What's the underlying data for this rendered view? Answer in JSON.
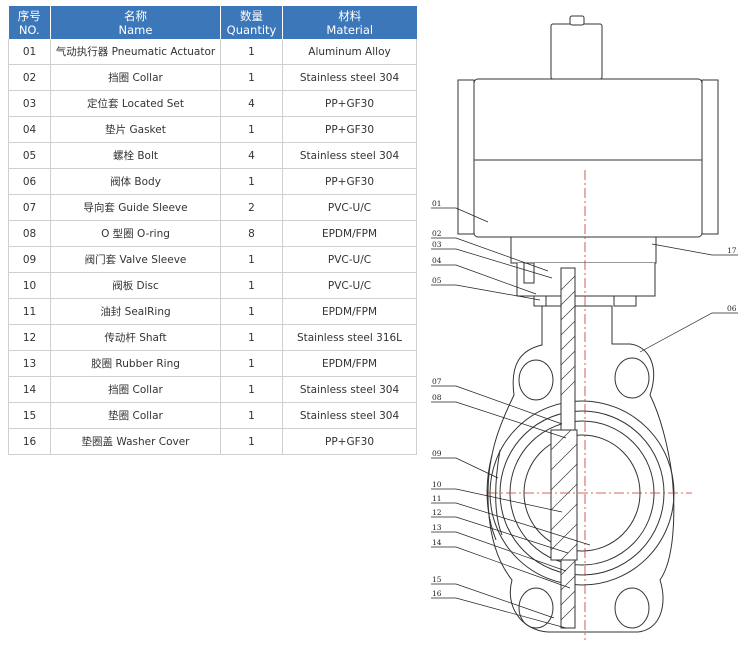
{
  "table": {
    "headers": [
      {
        "cn": "序号",
        "en": "NO."
      },
      {
        "cn": "名称",
        "en": "Name"
      },
      {
        "cn": "数量",
        "en": "Quantity"
      },
      {
        "cn": "材料",
        "en": "Material"
      }
    ],
    "rows": [
      {
        "no": "01",
        "name": "气动执行器 Pneumatic Actuator",
        "qty": "1",
        "material": "Aluminum Alloy"
      },
      {
        "no": "02",
        "name": "挡圈 Collar",
        "qty": "1",
        "material": "Stainless steel 304"
      },
      {
        "no": "03",
        "name": "定位套 Located Set",
        "qty": "4",
        "material": "PP+GF30"
      },
      {
        "no": "04",
        "name": "垫片 Gasket",
        "qty": "1",
        "material": "PP+GF30"
      },
      {
        "no": "05",
        "name": "螺栓 Bolt",
        "qty": "4",
        "material": "Stainless steel 304"
      },
      {
        "no": "06",
        "name": "阀体 Body",
        "qty": "1",
        "material": "PP+GF30"
      },
      {
        "no": "07",
        "name": "导向套 Guide Sleeve",
        "qty": "2",
        "material": "PVC-U/C"
      },
      {
        "no": "08",
        "name": "O 型圈 O-ring",
        "qty": "8",
        "material": "EPDM/FPM"
      },
      {
        "no": "09",
        "name": "阀门套 Valve Sleeve",
        "qty": "1",
        "material": "PVC-U/C"
      },
      {
        "no": "10",
        "name": "阀板 Disc",
        "qty": "1",
        "material": "PVC-U/C"
      },
      {
        "no": "11",
        "name": "油封 SealRing",
        "qty": "1",
        "material": "EPDM/FPM"
      },
      {
        "no": "12",
        "name": "传动杆 Shaft",
        "qty": "1",
        "material": "Stainless steel 316L"
      },
      {
        "no": "13",
        "name": "胶圈 Rubber Ring",
        "qty": "1",
        "material": "EPDM/FPM"
      },
      {
        "no": "14",
        "name": "挡圈 Collar",
        "qty": "1",
        "material": "Stainless steel 304"
      },
      {
        "no": "15",
        "name": "垫圈 Collar",
        "qty": "1",
        "material": "Stainless steel 304"
      },
      {
        "no": "16",
        "name": "垫圈盖 Washer Cover",
        "qty": "1",
        "material": "PP+GF30"
      }
    ]
  },
  "drawing": {
    "labels": [
      "01",
      "02",
      "03",
      "04",
      "05",
      "06",
      "07",
      "08",
      "09",
      "10",
      "11",
      "12",
      "13",
      "14",
      "15",
      "16",
      "17"
    ]
  }
}
